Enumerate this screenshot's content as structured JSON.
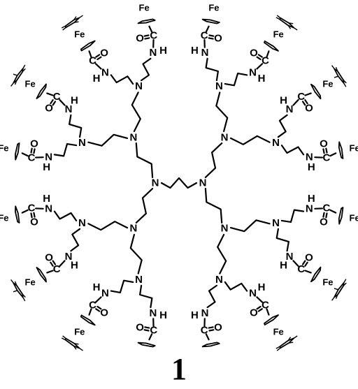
{
  "figure": {
    "compound_number": "1",
    "atom_labels": {
      "amine_nitrogen": "N",
      "amide_nitrogen": "N",
      "amide_hydrogen": "H",
      "carbonyl_carbon": "C",
      "carbonyl_oxygen": "O",
      "iron": "Fe"
    },
    "structure": {
      "core": "diaminobutane",
      "branch_generations": 3,
      "terminal_groups": 16,
      "terminal_group": "pentamethylferrocenyl amide"
    }
  }
}
